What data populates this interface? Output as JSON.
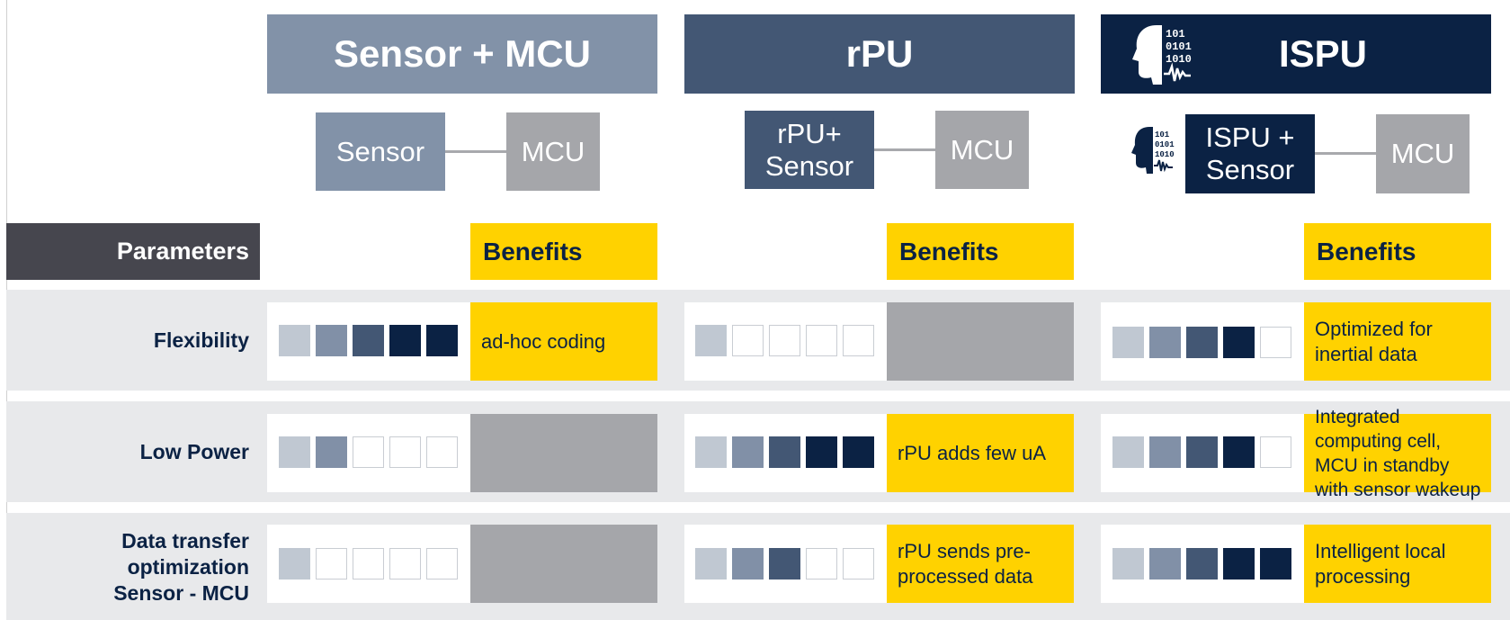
{
  "columns": [
    {
      "title": "Sensor + MCU",
      "bg": "#8292a8",
      "box_left": "Sensor",
      "box_left_bg": "#8292a8",
      "box_right": "MCU",
      "box_right_bg": "#a5a6aa"
    },
    {
      "title": "rPU",
      "bg": "#435774",
      "box_left": "rPU+ Sensor",
      "box_left_bg": "#435774",
      "box_right": "MCU",
      "box_right_bg": "#a5a6aa"
    },
    {
      "title": "ISPU",
      "bg": "#0b2244",
      "box_left": "ISPU + Sensor",
      "box_left_bg": "#0b2244",
      "box_right": "MCU",
      "box_right_bg": "#a5a6aa"
    }
  ],
  "icon": {
    "binary": [
      "101",
      "0101",
      "1010"
    ]
  },
  "header": {
    "parameters": "Parameters",
    "benefits": "Benefits"
  },
  "rows": [
    {
      "label": "Flexibility",
      "ratings": [
        5,
        1,
        4
      ],
      "benefits": [
        "ad-hoc coding",
        "",
        "Optimized for inertial data"
      ]
    },
    {
      "label": "Low Power",
      "ratings": [
        2,
        5,
        4
      ],
      "benefits": [
        "",
        "rPU adds few uA",
        "Integrated computing cell, MCU in standby with sensor wakeup"
      ]
    },
    {
      "label": "Data transfer optimization Sensor - MCU",
      "ratings": [
        1,
        3,
        5
      ],
      "benefits": [
        "",
        "rPU sends pre-processed data",
        "Intelligent local processing"
      ]
    }
  ],
  "colors": {
    "yellow": "#ffd200",
    "navy": "#0b2244",
    "band": "#e8e9eb",
    "gray": "#a5a6aa"
  }
}
